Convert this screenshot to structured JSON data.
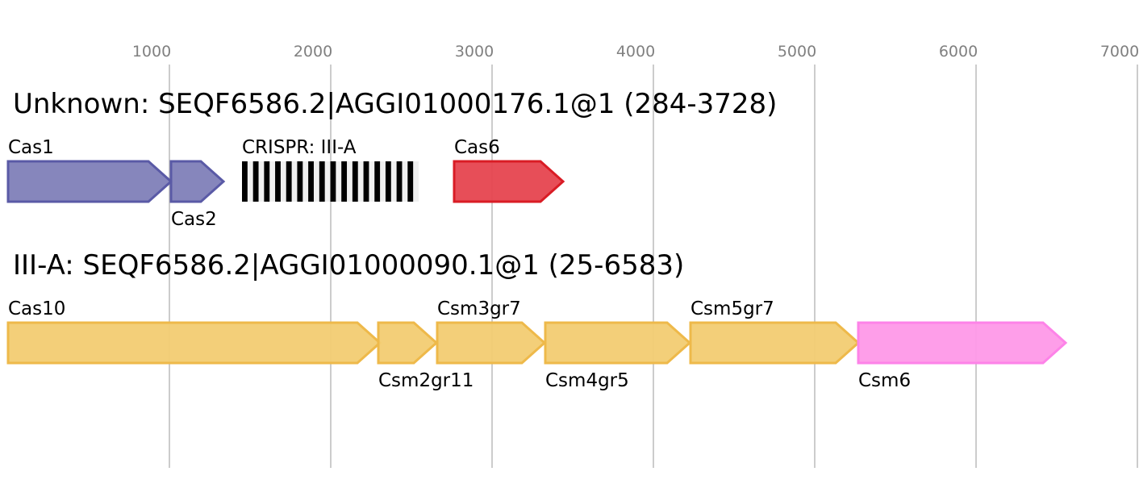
{
  "axis": {
    "ticks": [
      "1000",
      "2000",
      "3000",
      "4000",
      "5000",
      "6000",
      "7000"
    ]
  },
  "tracks": [
    {
      "title": "Unknown: SEQF6586.2|AGGI01000176.1@1 (284-3728)",
      "genes": [
        {
          "label": "Cas1",
          "color": "#7f7fb8",
          "stroke": "#5a5aa6"
        },
        {
          "label": "Cas2",
          "color": "#7f7fb8",
          "stroke": "#5a5aa6"
        },
        {
          "label": "CRISPR: III-A",
          "repeats": 16
        },
        {
          "label": "Cas6",
          "color": "#e6454f",
          "stroke": "#d91c25"
        }
      ]
    },
    {
      "title": "III-A: SEQF6586.2|AGGI01000090.1@1 (25-6583)",
      "genes": [
        {
          "label": "Cas10",
          "color": "#f2cc72",
          "stroke": "#eeb94a"
        },
        {
          "label": "Csm2gr11",
          "color": "#f2cc72",
          "stroke": "#eeb94a"
        },
        {
          "label": "Csm3gr7",
          "color": "#f2cc72",
          "stroke": "#eeb94a"
        },
        {
          "label": "Csm4gr5",
          "color": "#f2cc72",
          "stroke": "#eeb94a"
        },
        {
          "label": "Csm5gr7",
          "color": "#f2cc72",
          "stroke": "#eeb94a"
        },
        {
          "label": "Csm6",
          "color": "#fe99e8",
          "stroke": "#fd83e8"
        }
      ]
    }
  ]
}
